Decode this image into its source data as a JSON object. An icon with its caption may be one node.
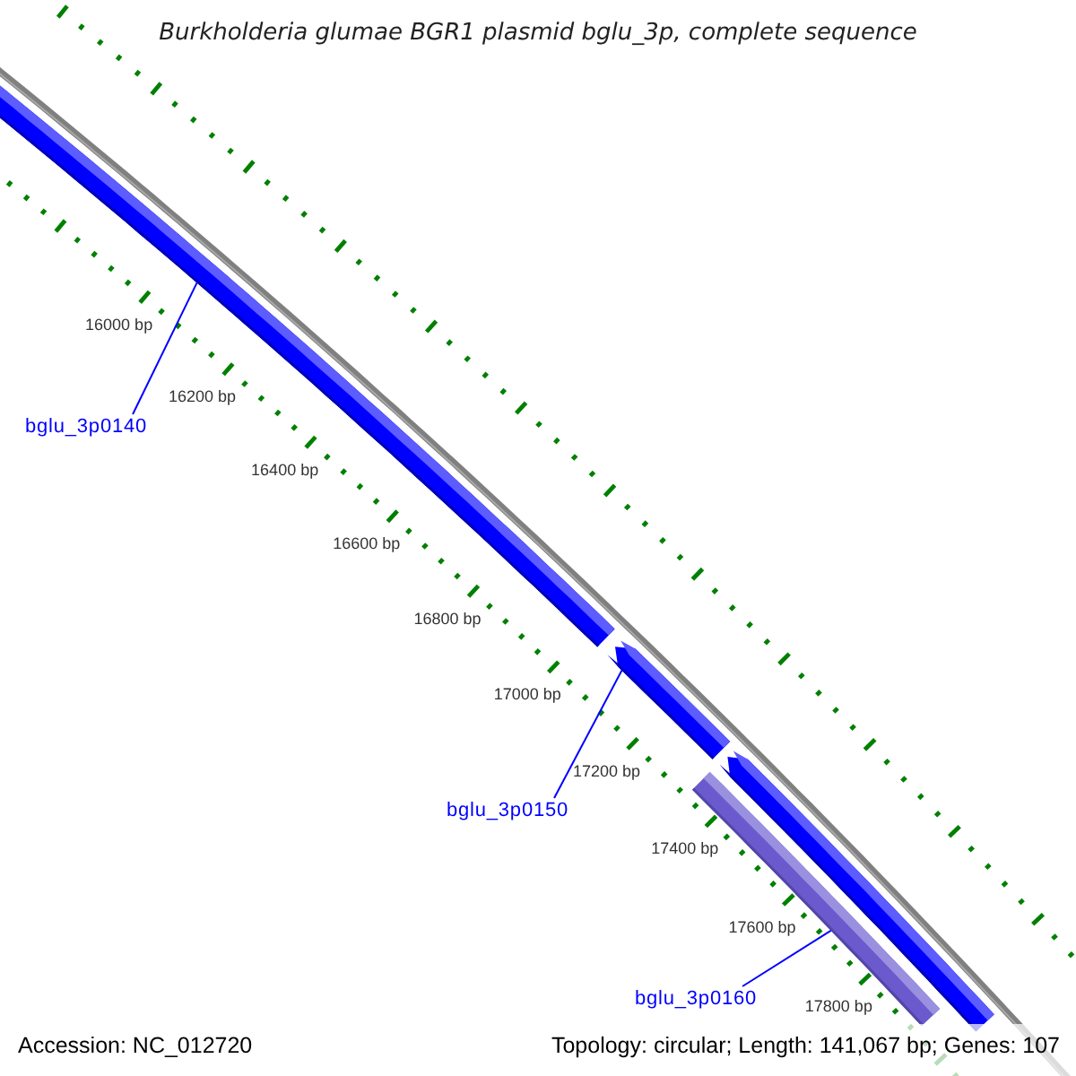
{
  "diagram": {
    "title": "Burkholderia glumae BGR1 plasmid bglu_3p, complete sequence",
    "nodes": [
      {
        "text": [
          "bglu_3p0140"
        ]
      },
      {
        "text": [],
        "shape": "bar"
      },
      {
        "text": [
          "bglu_3p0150"
        ]
      },
      {
        "text": [],
        "shape": "bar"
      },
      {
        "text": [
          "bglu_3p0160"
        ]
      },
      {
        "text": [],
        "shape": "bar"
      },
      {
        "text": [],
        "shape": "bar"
      }
    ],
    "edges": [
      {
        "from": 0,
        "to": 1,
        "arrow": "none"
      },
      {
        "from": 2,
        "to": 3,
        "arrow": "none"
      },
      {
        "from": 4,
        "to": 5,
        "arrow": "none"
      }
    ],
    "labels": [
      "16000 bp",
      "16200 bp",
      "16400 bp",
      "16600 bp",
      "16800 bp",
      "17000 bp",
      "17200 bp",
      "17400 bp",
      "17600 bp",
      "17800 bp",
      "Accession: NC_012720",
      "Topology: circular; Length: 141,067 bp; Genes: 107"
    ]
  }
}
